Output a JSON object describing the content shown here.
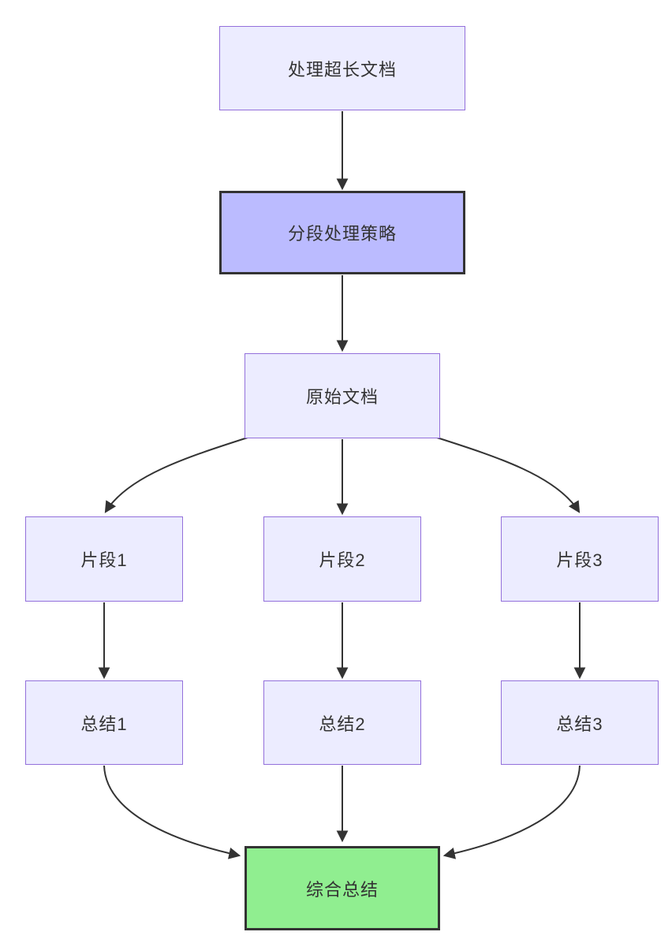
{
  "diagram": {
    "type": "flowchart",
    "direction": "top-down",
    "nodes": [
      {
        "id": "A",
        "label": "处理超长文档",
        "style": "default"
      },
      {
        "id": "B",
        "label": "分段处理策略",
        "style": "emphasis"
      },
      {
        "id": "C",
        "label": "原始文档",
        "style": "default"
      },
      {
        "id": "D1",
        "label": "片段1",
        "style": "default"
      },
      {
        "id": "D2",
        "label": "片段2",
        "style": "default"
      },
      {
        "id": "D3",
        "label": "片段3",
        "style": "default"
      },
      {
        "id": "S1",
        "label": "总结1",
        "style": "default"
      },
      {
        "id": "S2",
        "label": "总结2",
        "style": "default"
      },
      {
        "id": "S3",
        "label": "总结3",
        "style": "default"
      },
      {
        "id": "J",
        "label": "综合总结",
        "style": "success"
      }
    ],
    "edges": [
      {
        "from": "A",
        "to": "B"
      },
      {
        "from": "B",
        "to": "C"
      },
      {
        "from": "C",
        "to": "D1"
      },
      {
        "from": "C",
        "to": "D2"
      },
      {
        "from": "C",
        "to": "D3"
      },
      {
        "from": "D1",
        "to": "S1"
      },
      {
        "from": "D2",
        "to": "S2"
      },
      {
        "from": "D3",
        "to": "S3"
      },
      {
        "from": "S1",
        "to": "J"
      },
      {
        "from": "S2",
        "to": "J"
      },
      {
        "from": "S3",
        "to": "J"
      }
    ],
    "colors": {
      "node_default_fill": "#ECECFF",
      "node_default_border": "#9370DB",
      "node_emphasis_fill": "#BBBBFF",
      "node_success_fill": "#90EE90",
      "node_strong_border": "#333333",
      "edge": "#333333",
      "text": "#333333"
    }
  }
}
